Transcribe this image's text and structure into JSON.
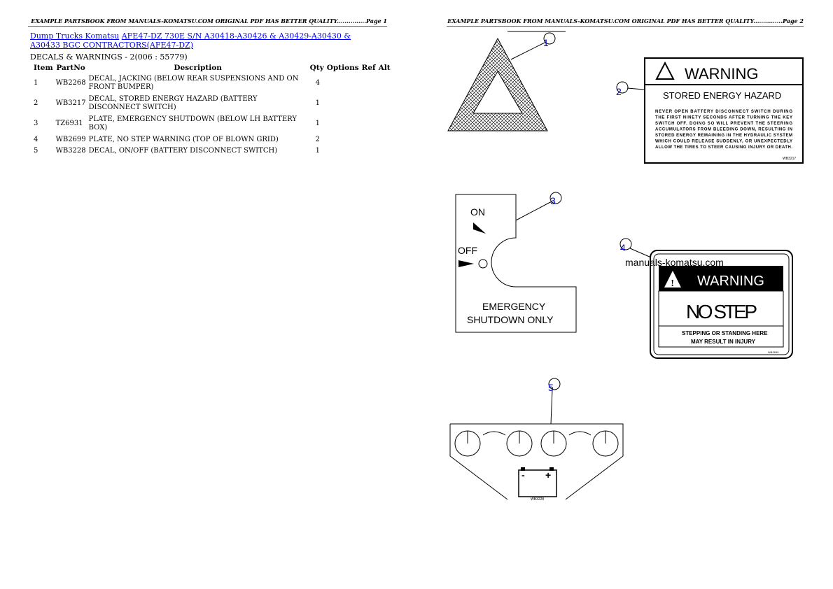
{
  "page1": {
    "header": "EXAMPLE PARTSBOOK FROM MANUALS-KOMATSU.COM ORIGINAL PDF HAS BETTER QUALITY...............Page 1",
    "breadcrumb": {
      "link1": "Dump Trucks Komatsu",
      "link2": "AFE47-DZ 730E S/N A30418-A30426 & A30429-A30430 & A30433 BGC CONTRACTORS(AFE47-DZ)"
    },
    "section": "DECALS & WARNINGS - 2(006 : 55779)",
    "columns": [
      "Item",
      "PartNo",
      "Description",
      "Qty",
      "Options",
      "Ref",
      "Alt"
    ],
    "rows": [
      {
        "item": "1",
        "part": "WB2268",
        "desc": "DECAL, JACKING (BELOW REAR SUSPENSIONS AND ON FRONT BUMPER)",
        "qty": "4"
      },
      {
        "item": "2",
        "part": "WB3217",
        "desc": "DECAL, STORED ENERGY HAZARD (BATTERY DISCONNECT SWITCH)",
        "qty": "1"
      },
      {
        "item": "3",
        "part": "TZ6931",
        "desc": "PLATE, EMERGENCY SHUTDOWN (BELOW LH BATTERY BOX)",
        "qty": "1"
      },
      {
        "item": "4",
        "part": "WB2699",
        "desc": "PLATE, NO STEP WARNING (TOP OF BLOWN GRID)",
        "qty": "2"
      },
      {
        "item": "5",
        "part": "WB3228",
        "desc": "DECAL, ON/OFF (BATTERY DISCONNECT SWITCH)",
        "qty": "1"
      }
    ]
  },
  "page2": {
    "header": "EXAMPLE PARTSBOOK FROM MANUALS-KOMATSU.COM ORIGINAL PDF HAS BETTER QUALITY...............Page 2",
    "callouts": [
      "1",
      "2",
      "3",
      "4",
      "5"
    ],
    "decal2": {
      "warning": "WARNING",
      "title": "STORED ENERGY HAZARD",
      "body": [
        "NEVER OPEN BATTERY DISCONNECT SWITCH DURING",
        "THE FIRST NINETY SECONDS AFTER TURNING THE KEY",
        "SWITCH OFF.  DOING SO WILL PREVENT THE STEERING",
        "ACCUMULATORS FROM BLEEDING DOWN, RESULTING IN",
        "STORED ENERGY REMAINING IN THE HYDRAULIC SYSTEM",
        "WHICH COULD RELEASE SUDDENLY, OR UNEXPECTEDLY",
        "ALLOW THE TIRES TO STEER CAUSING INJURY OR DEATH."
      ],
      "code": "WB3217"
    },
    "decal3": {
      "on": "ON",
      "off": "OFF",
      "line1": "EMERGENCY",
      "line2": "SHUTDOWN ONLY"
    },
    "decal4": {
      "watermark": "manuals-komatsu.com",
      "warning": "WARNING",
      "title": "NO STEP",
      "line1": "STEPPING OR STANDING HERE",
      "line2": "MAY RESULT IN INJURY",
      "code": "WB2699"
    },
    "decal5": {
      "minus": "-",
      "plus": "+",
      "code": "WB3228"
    }
  }
}
